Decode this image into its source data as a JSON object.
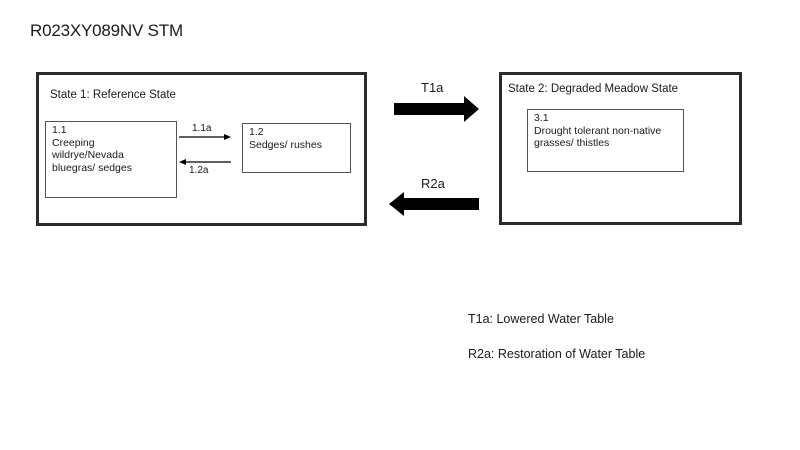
{
  "title": "R023XY089NV STM",
  "states": [
    {
      "label": "State 1: Reference  State",
      "communities": [
        {
          "id": "1.1",
          "lines": [
            "Creeping",
            "wildrye/Nevada",
            "bluegras/ sedges"
          ]
        },
        {
          "id": "1.2",
          "lines": [
            "Sedges/ rushes"
          ]
        }
      ],
      "pathways": [
        {
          "label": "1.1a",
          "from": "1.1",
          "to": "1.2"
        },
        {
          "label": "1.2a",
          "from": "1.2",
          "to": "1.1"
        }
      ]
    },
    {
      "label": "State 2: Degraded Meadow State",
      "communities": [
        {
          "id": "3.1",
          "lines": [
            "Drought tolerant non-native",
            "grasses/ thistles"
          ]
        }
      ]
    }
  ],
  "transitions": [
    {
      "label": "T1a",
      "from": "State 1",
      "to": "State 2",
      "direction": "right"
    },
    {
      "label": "R2a",
      "from": "State 2",
      "to": "State 1",
      "direction": "left"
    }
  ],
  "legend": [
    {
      "text": "T1a: Lowered Water Table"
    },
    {
      "text": "R2a: Restoration of Water Table"
    }
  ],
  "colors": {
    "box_border": "#2b2b2b",
    "arrow": "#000000",
    "text": "#1a1a1a"
  }
}
